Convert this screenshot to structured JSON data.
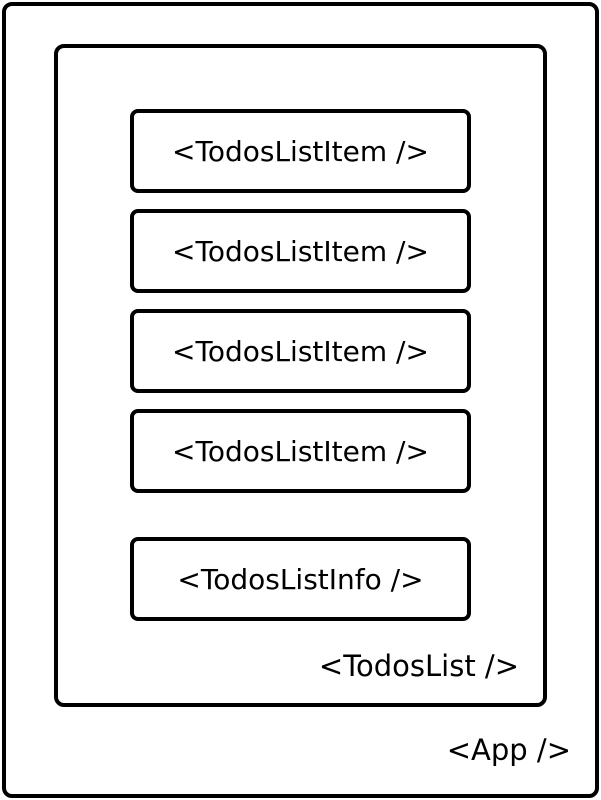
{
  "colors": {
    "stroke": "#000000",
    "background": "#ffffff"
  },
  "app": {
    "label": "<App />"
  },
  "todos_list": {
    "label": "<TodosList />",
    "items": [
      {
        "label": "<TodosListItem />"
      },
      {
        "label": "<TodosListItem />"
      },
      {
        "label": "<TodosListItem />"
      },
      {
        "label": "<TodosListItem />"
      }
    ],
    "info": {
      "label": "<TodosListInfo />"
    }
  }
}
